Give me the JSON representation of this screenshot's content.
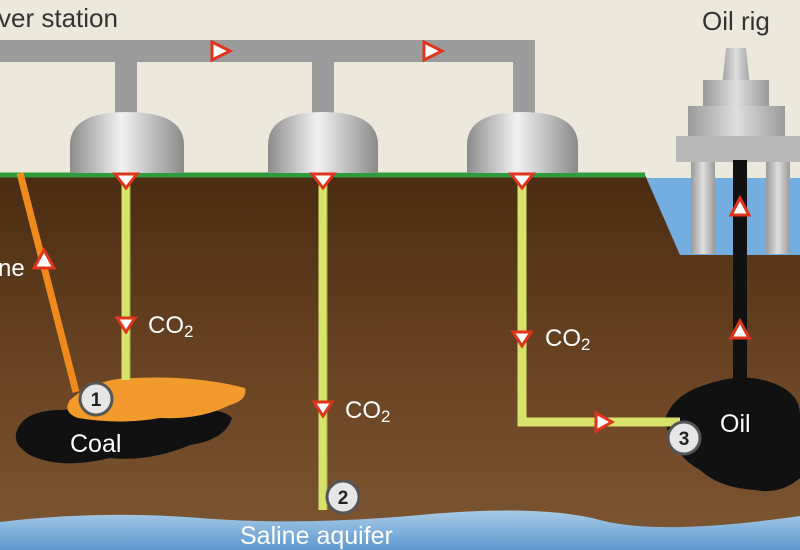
{
  "labels": {
    "power_station": "ver station",
    "oil_rig": "Oil rig",
    "pipeline": "ne",
    "co2_1": "CO",
    "co2_1_sub": "2",
    "co2_2": "CO",
    "co2_2_sub": "2",
    "co2_3": "CO",
    "co2_3_sub": "2",
    "coal": "Coal",
    "oil": "Oil",
    "saline_aquifer": "Saline aquifer"
  },
  "markers": {
    "site_1": "1",
    "site_2": "2",
    "site_3": "3"
  },
  "colors": {
    "sky": "#ece8dc",
    "earth": "#5a3a1e",
    "grass": "#3a9a3a",
    "water": "#6ea6d6",
    "pipe_gray": "#9a9a9a",
    "co2_pipe": "#d7e36a",
    "coal_seam": "#e8952a",
    "oil_black": "#111111",
    "arrow_red": "#e0341c"
  }
}
